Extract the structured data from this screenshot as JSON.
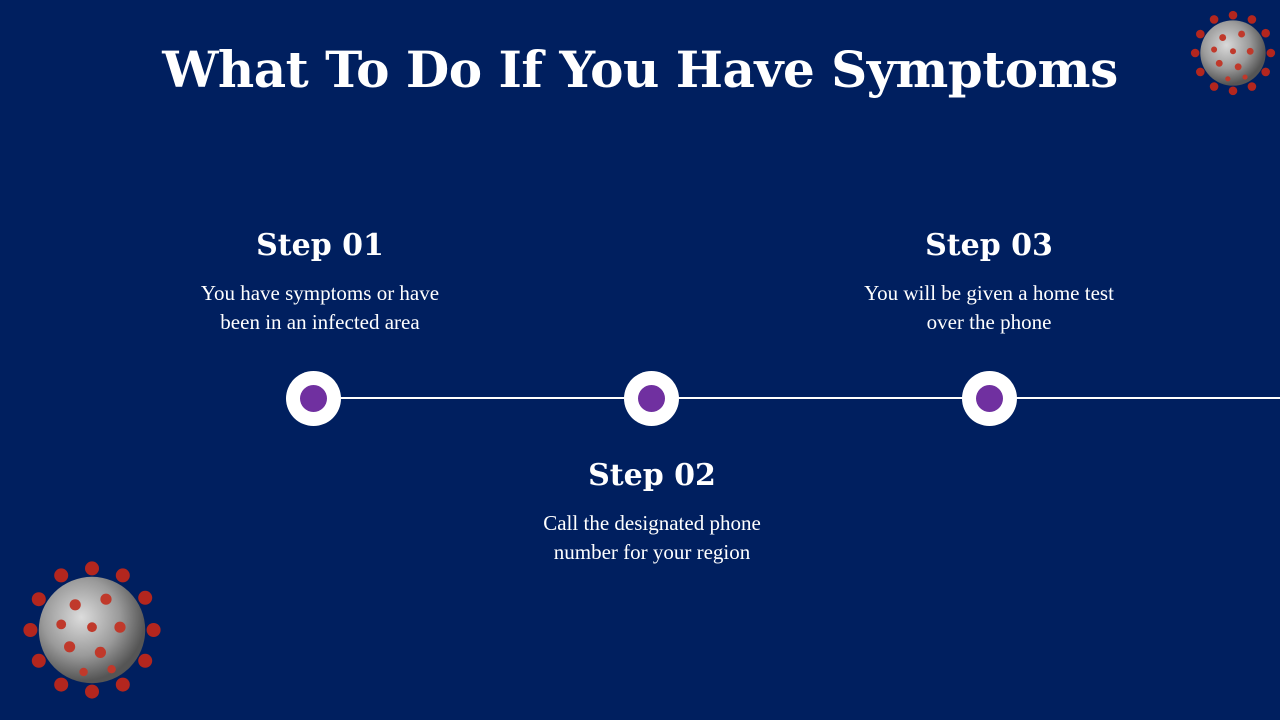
{
  "slide": {
    "title": "What To Do If You Have Symptoms"
  },
  "steps": [
    {
      "heading": "Step 01",
      "text": "You have symptoms or have been in an infected area"
    },
    {
      "heading": "Step 02",
      "text": "Call the designated phone number for your region"
    },
    {
      "heading": "Step 03",
      "text": "You will be given a home test over the phone"
    }
  ],
  "colors": {
    "background": "#001f5f",
    "node_fill": "#ffffff",
    "node_dot": "#7030a0",
    "text": "#ffffff"
  },
  "icons": {
    "top_right": "coronavirus-icon",
    "bottom_left": "coronavirus-icon"
  }
}
